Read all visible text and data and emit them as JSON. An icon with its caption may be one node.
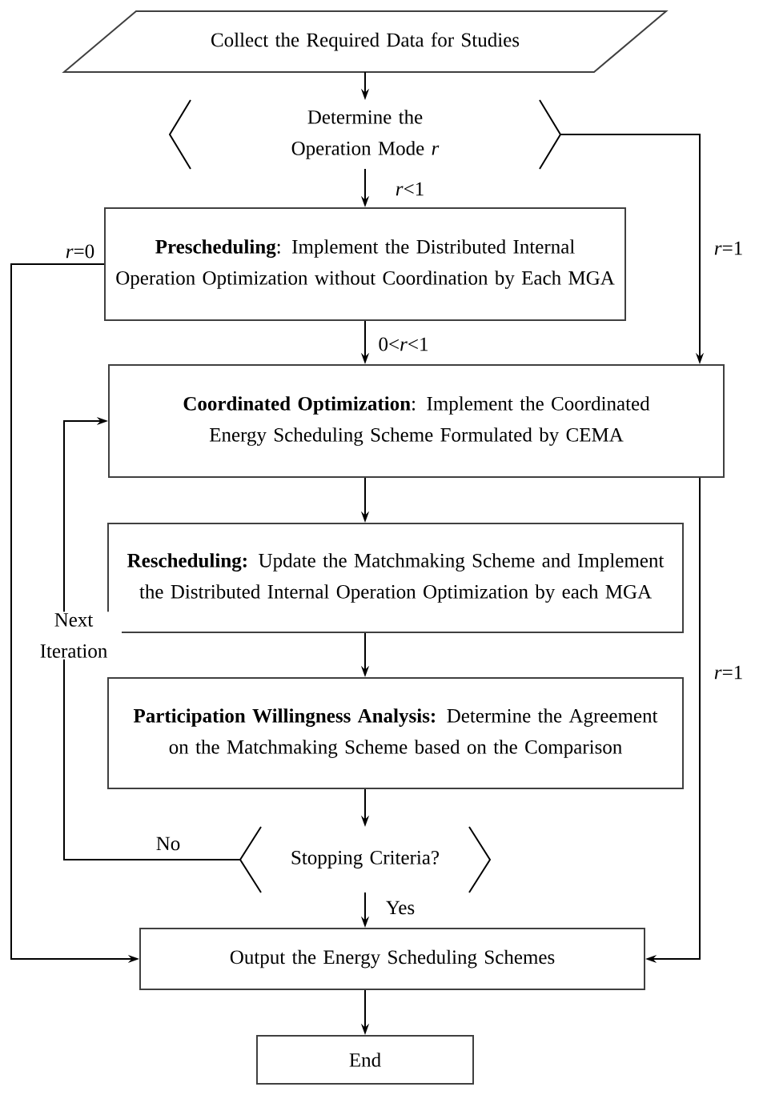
{
  "diagram": {
    "nodes": [
      {
        "text": [
          "Collect the Required Data for Studies"
        ]
      },
      {
        "text": [
          "Determine the Operation Mode *r*"
        ]
      },
      {
        "text": [
          "**Prescheduling**: Implement the Distributed Internal Operation Optimization without Coordination by Each MGA"
        ]
      },
      {
        "text": [
          "**Coordinated Optimization**: Implement the Coordinated Energy Scheduling Scheme Formulated by CEMA"
        ]
      },
      {
        "text": [
          "**Rescheduling:** Update the Matchmaking Scheme and Implement the Distributed Internal Operation Optimization by each MGA"
        ]
      },
      {
        "text": [
          "**Participation Willingness Analysis:** Determine the Agreement on the Matchmaking Scheme based on the Comparison"
        ]
      },
      {
        "text": [
          "Stopping Criteria?"
        ]
      },
      {
        "text": [
          "Output the Energy Scheduling Schemes"
        ]
      },
      {
        "text": [
          "End"
        ]
      }
    ],
    "edges": [
      {
        "from": 0,
        "to": 1,
        "arrow": "to"
      },
      {
        "from": 1,
        "to": 2,
        "arrow": "to",
        "label": "*r*<1"
      },
      {
        "from": 1,
        "to": 3,
        "arrow": "to",
        "label": "*r*=1"
      },
      {
        "from": 2,
        "to": 3,
        "arrow": "to",
        "label": "0<*r*<1"
      },
      {
        "from": 2,
        "to": 7,
        "arrow": "to",
        "label": "*r*=0"
      },
      {
        "from": 3,
        "to": 4,
        "arrow": "to"
      },
      {
        "from": 4,
        "to": 5,
        "arrow": "to"
      },
      {
        "from": 5,
        "to": 6,
        "arrow": "to"
      },
      {
        "from": 6,
        "to": 3,
        "arrow": "to",
        "label": "No"
      },
      {
        "from": 6,
        "to": 7,
        "arrow": "to",
        "label": "Yes"
      },
      {
        "from": 3,
        "to": 7,
        "arrow": "to",
        "label": "*r*=1"
      },
      {
        "from": 7,
        "to": 8,
        "arrow": "to"
      }
    ],
    "labels": [
      "Next Iteration"
    ]
  }
}
